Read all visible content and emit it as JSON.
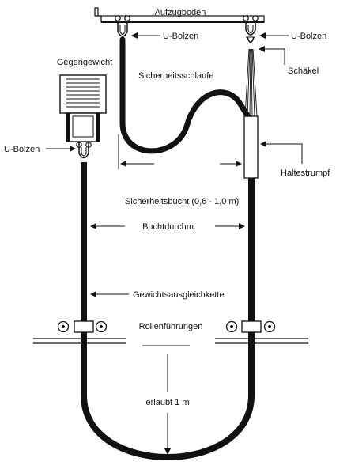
{
  "labels": {
    "elevator_floor": "Aufzugboden",
    "u_bolt_left_top": "U-Bolzen",
    "u_bolt_right_top": "U-Bolzen",
    "shackle": "Schäkel",
    "counterweight": "Gegengewicht",
    "safety_loop": "Sicherheitsschlaufe",
    "u_bolt_counterweight": "U-Bolzen",
    "holding_sock": "Haltestrumpf",
    "safety_bay": "Sicherheitsbucht (0,6 - 1,0 m)",
    "bay_diameter": "Buchtdurchm.",
    "compensation_chain": "Gewichtsausgleichkette",
    "roller_guides": "Rollenführungen",
    "allowed": "erlaubt 1 m"
  },
  "colors": {
    "line": "#111111",
    "chain": "#111111",
    "background": "#ffffff"
  }
}
